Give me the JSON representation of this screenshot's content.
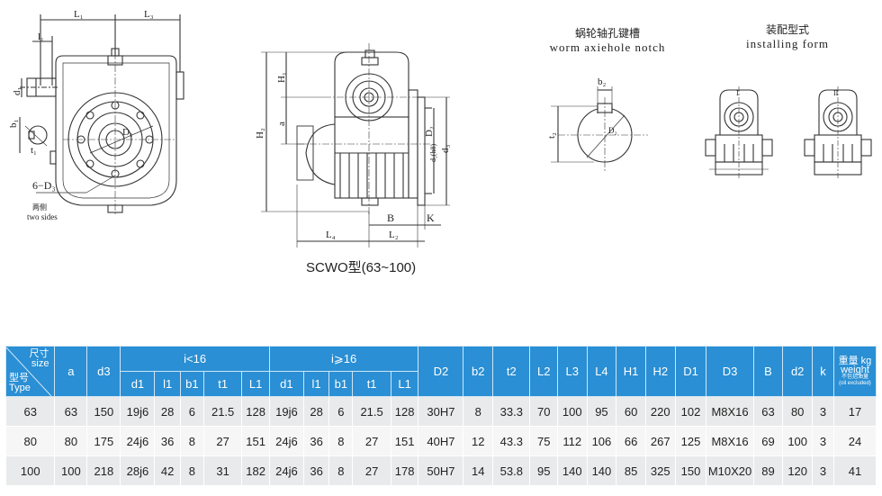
{
  "caption": "SCWO型(63~100)",
  "keyway": {
    "title_cn": "蜗轮轴孔键槽",
    "title_en": "worm axiehole notch"
  },
  "install": {
    "title_cn": "装配型式",
    "title_en": "installing form",
    "label_1": "I",
    "label_2": "II"
  },
  "drawing_labels": {
    "L1": "L₁",
    "L3": "L₃",
    "l1": "l₁",
    "d1": "d₁",
    "b1": "b₁",
    "t1": "t₁",
    "D1": "D₁",
    "D3": "6−D₃",
    "two_sides_cn": "两侧",
    "two_sides_en": "two sides",
    "H1": "H₁",
    "H2": "H₂",
    "a": "a",
    "D2": "D₂",
    "d2": "d₂(h8)",
    "d3": "d₃",
    "B": "B",
    "K": "K",
    "L4": "L₄",
    "L2": "L₂",
    "b2": "b₂",
    "t2": "t₂",
    "D2k": "D₂"
  },
  "table": {
    "corner_size": "尺寸 size",
    "corner_type": "型号 Type",
    "size_cn": "尺寸",
    "size_en": "size",
    "type_cn": "型号",
    "type_en": "Type",
    "group_low": "i<16",
    "group_high": "i⩾16",
    "weight": "重量 kg",
    "weight_en": "weight",
    "weight_note_cn": "不包括油量",
    "weight_note_en": "(oil excluded)",
    "head_a": "a",
    "head_d3": "d3",
    "sub": [
      "d1",
      "l1",
      "b1",
      "t1",
      "L1"
    ],
    "heads_right": [
      "D2",
      "b2",
      "t2",
      "L2",
      "L3",
      "L4",
      "H1",
      "H2",
      "D1",
      "D3",
      "B",
      "d2",
      "k"
    ],
    "rows": [
      [
        "63",
        "63",
        "150",
        "19j6",
        "28",
        "6",
        "21.5",
        "128",
        "19j6",
        "28",
        "6",
        "21.5",
        "128",
        "30H7",
        "8",
        "33.3",
        "70",
        "100",
        "95",
        "60",
        "220",
        "102",
        "M8X16",
        "63",
        "80",
        "3",
        "17"
      ],
      [
        "80",
        "80",
        "175",
        "24j6",
        "36",
        "8",
        "27",
        "151",
        "24j6",
        "36",
        "8",
        "27",
        "151",
        "40H7",
        "12",
        "43.3",
        "75",
        "112",
        "106",
        "66",
        "267",
        "125",
        "M8X16",
        "69",
        "100",
        "3",
        "24"
      ],
      [
        "100",
        "100",
        "218",
        "28j6",
        "42",
        "8",
        "31",
        "182",
        "24j6",
        "36",
        "8",
        "27",
        "178",
        "50H7",
        "14",
        "53.8",
        "95",
        "140",
        "140",
        "85",
        "325",
        "150",
        "M10X20",
        "89",
        "120",
        "3",
        "41"
      ]
    ]
  }
}
